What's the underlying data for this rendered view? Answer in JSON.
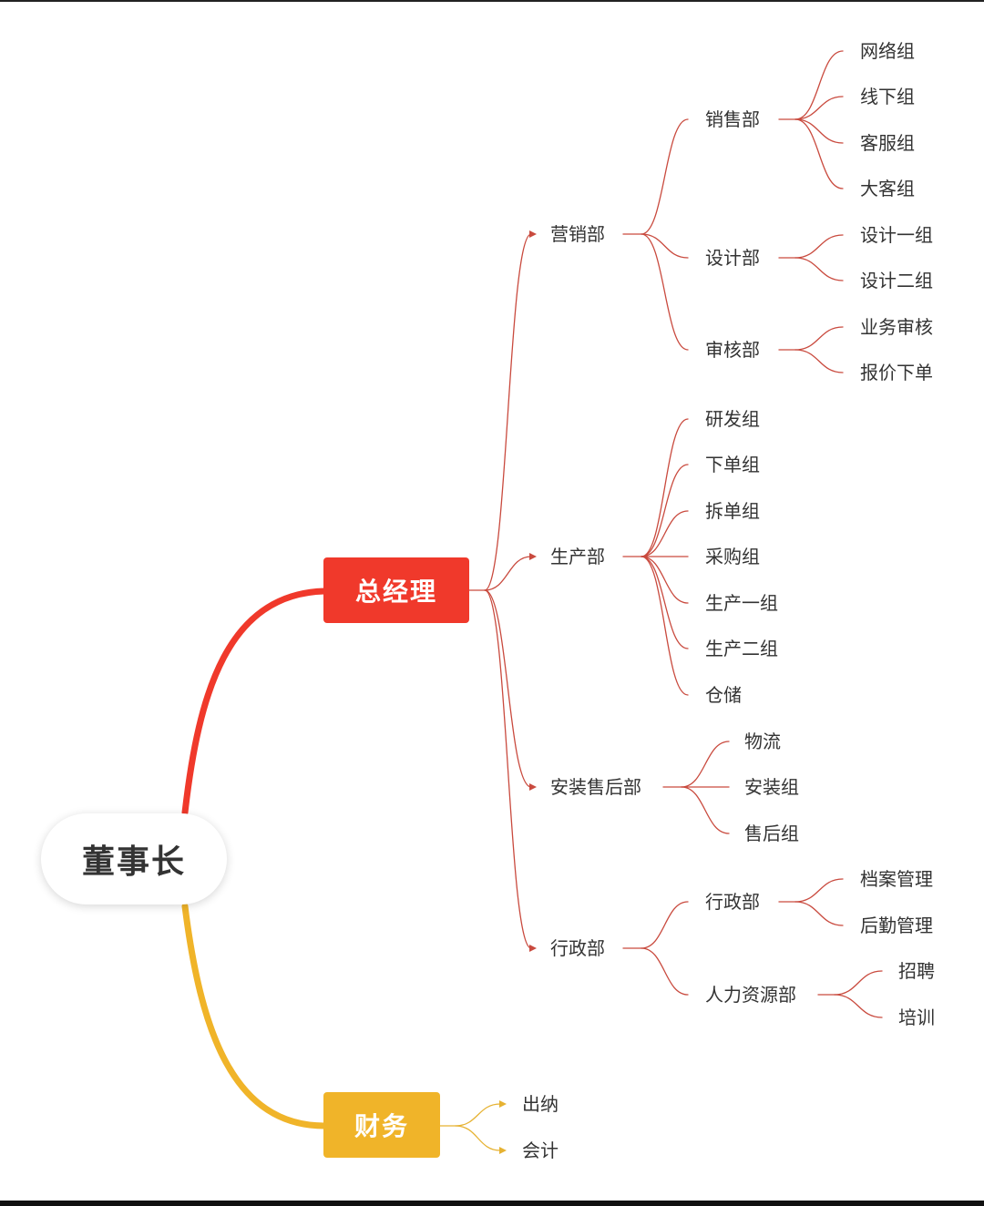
{
  "colors": {
    "root_text": "#333333",
    "gm_fill": "#F0392B",
    "gm_line": "#C94A3E",
    "finance_fill": "#F0B429",
    "finance_line": "#E6B232",
    "label_text": "#333333"
  },
  "tree": {
    "label": "董事长",
    "children": [
      {
        "label": "总经理",
        "children": [
          {
            "label": "营销部",
            "children": [
              {
                "label": "销售部",
                "children": [
                  {
                    "label": "网络组"
                  },
                  {
                    "label": "线下组"
                  },
                  {
                    "label": "客服组"
                  },
                  {
                    "label": "大客组"
                  }
                ]
              },
              {
                "label": "设计部",
                "children": [
                  {
                    "label": "设计一组"
                  },
                  {
                    "label": "设计二组"
                  }
                ]
              },
              {
                "label": "审核部",
                "children": [
                  {
                    "label": "业务审核"
                  },
                  {
                    "label": "报价下单"
                  }
                ]
              }
            ]
          },
          {
            "label": "生产部",
            "children": [
              {
                "label": "研发组"
              },
              {
                "label": "下单组"
              },
              {
                "label": "拆单组"
              },
              {
                "label": "采购组"
              },
              {
                "label": "生产一组"
              },
              {
                "label": "生产二组"
              },
              {
                "label": "仓储"
              }
            ]
          },
          {
            "label": "安装售后部",
            "children": [
              {
                "label": "物流"
              },
              {
                "label": "安装组"
              },
              {
                "label": "售后组"
              }
            ]
          },
          {
            "label": "行政部",
            "children": [
              {
                "label": "行政部",
                "children": [
                  {
                    "label": "档案管理"
                  },
                  {
                    "label": "后勤管理"
                  }
                ]
              },
              {
                "label": "人力资源部",
                "children": [
                  {
                    "label": "招聘"
                  },
                  {
                    "label": "培训"
                  }
                ]
              }
            ]
          }
        ]
      },
      {
        "label": "财务",
        "children": [
          {
            "label": "出纳"
          },
          {
            "label": "会计"
          }
        ]
      }
    ]
  }
}
